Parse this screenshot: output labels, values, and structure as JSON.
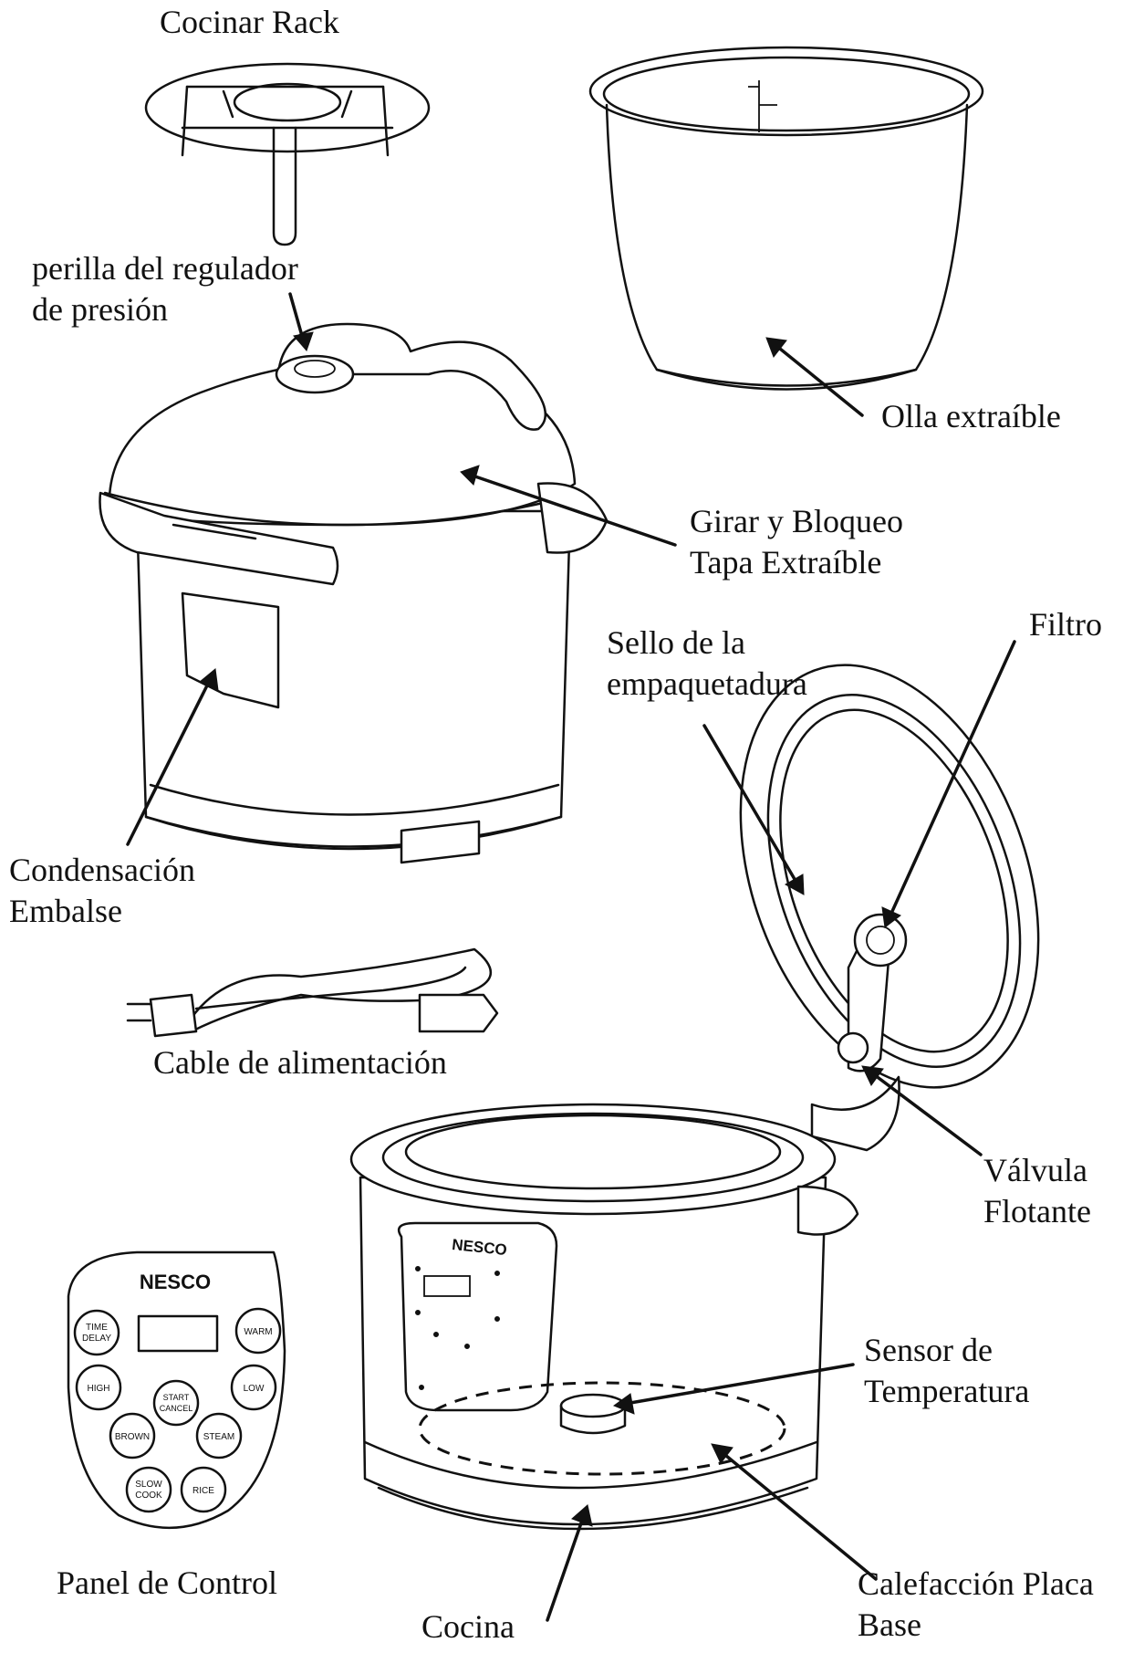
{
  "labels": {
    "rack": "Cocinar Rack",
    "regulator_line1": "perilla del regulador",
    "regulator_line2": "de presión",
    "pot": "Olla extraíble",
    "lid_line1": "Girar y Bloqueo",
    "lid_line2": "Tapa Extraíble",
    "gasket_line1": "Sello de la",
    "gasket_line2": "empaquetadura",
    "filter": "Filtro",
    "condensation_line1": "Condensación",
    "condensation_line2": "Embalse",
    "cord": "Cable de alimentación",
    "float_valve_line1": "Válvula",
    "float_valve_line2": "Flotante",
    "temp_sensor_line1": "Sensor de",
    "temp_sensor_line2": "Temperatura",
    "control_panel": "Panel de Control",
    "cooker": "Cocina",
    "heating_plate_line1": "Calefacción Placa",
    "heating_plate_line2": "Base"
  },
  "control_panel": {
    "brand": "NESCO",
    "buttons": {
      "time_delay_1": "TIME",
      "time_delay_2": "DELAY",
      "warm": "WARM",
      "high": "HIGH",
      "low": "LOW",
      "start_cancel_1": "START",
      "start_cancel_2": "CANCEL",
      "brown": "BROWN",
      "steam": "STEAM",
      "slow_cook_1": "SLOW",
      "slow_cook_2": "COOK",
      "rice": "RICE"
    }
  },
  "cooker_panel": {
    "brand": "NESCO"
  }
}
